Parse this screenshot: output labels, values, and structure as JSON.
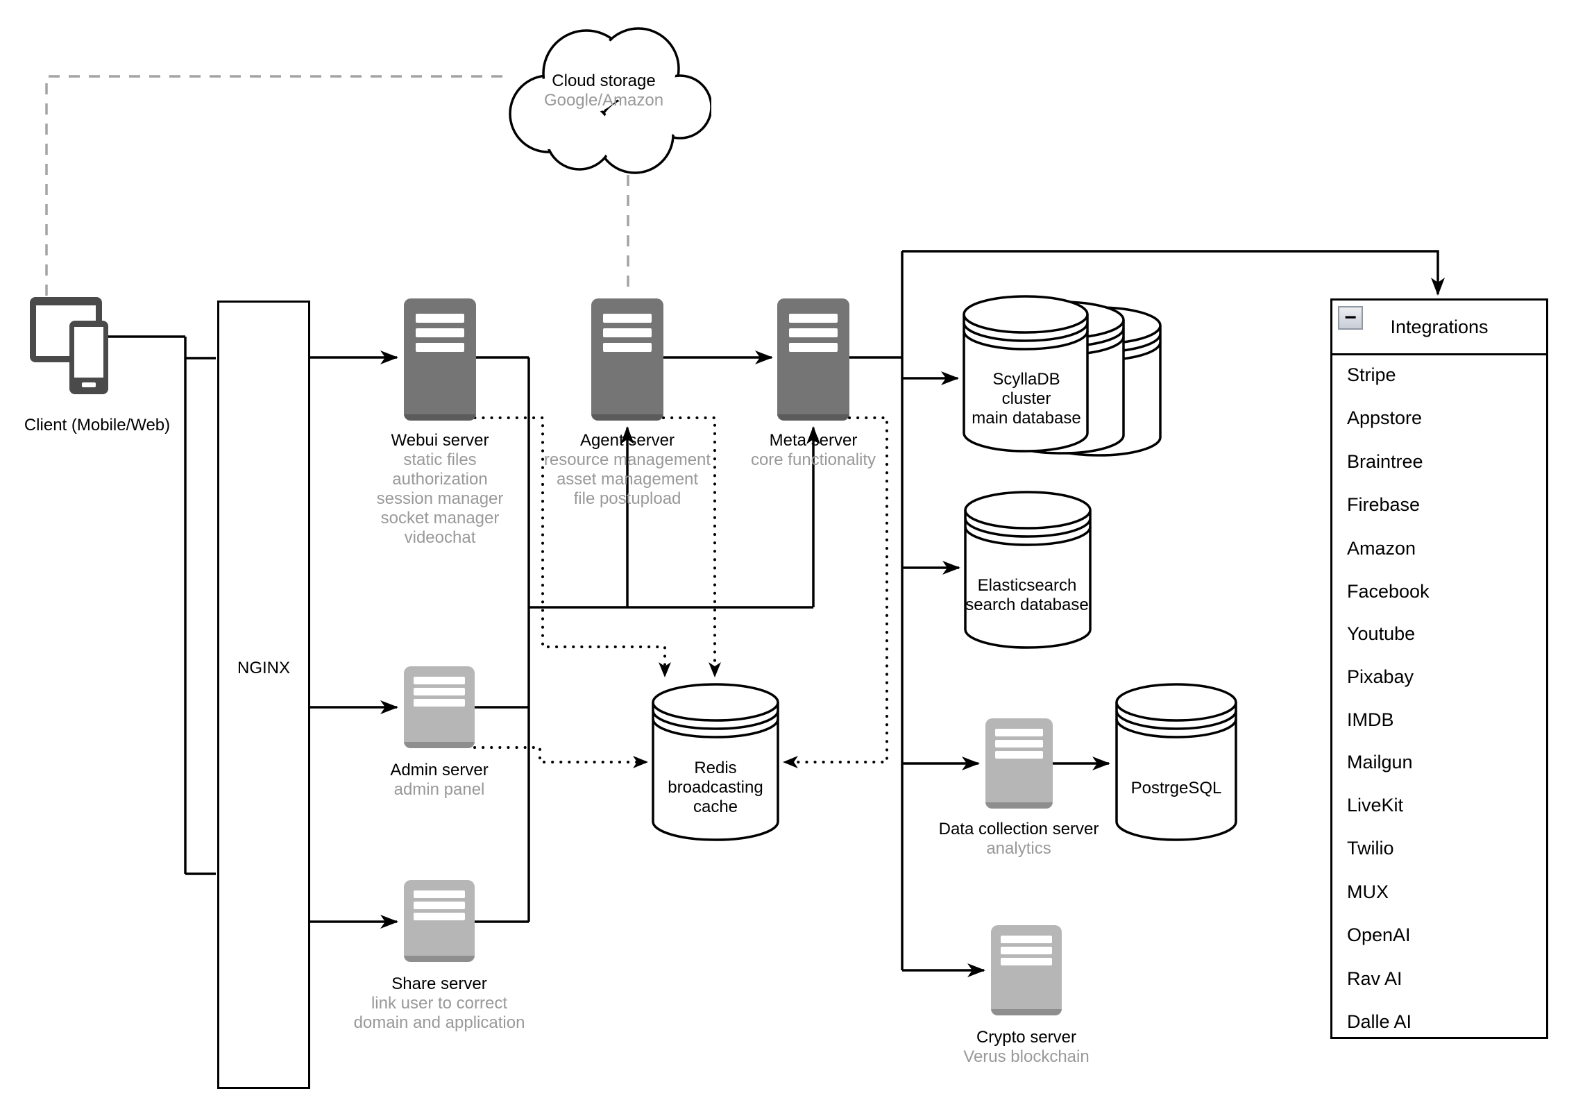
{
  "diagram": {
    "cloud": {
      "title": "Cloud storage",
      "subtitle": "Google/Amazon"
    },
    "client": {
      "label": "Client (Mobile/Web)"
    },
    "nginx": {
      "label": "NGINX"
    },
    "servers": {
      "webui": {
        "title": "Webui server",
        "lines": [
          "static files",
          "authorization",
          "session manager",
          "socket manager",
          "videochat"
        ]
      },
      "agent": {
        "title": "Agent server",
        "lines": [
          "resource management",
          "asset management",
          "file postupload"
        ]
      },
      "meta": {
        "title": "Meta server",
        "lines": [
          "core functionality"
        ]
      },
      "admin": {
        "title": "Admin server",
        "lines": [
          "admin panel"
        ]
      },
      "share": {
        "title": "Share server",
        "lines": [
          "link user to correct",
          "domain and application"
        ]
      },
      "data_collection": {
        "title": "Data collection server",
        "lines": [
          "analytics"
        ]
      },
      "crypto": {
        "title": "Crypto server",
        "lines": [
          "Verus blockchain"
        ]
      }
    },
    "databases": {
      "scylla": {
        "title_line1": "ScyllaDB",
        "title_line2": "cluster",
        "subtitle": "main database"
      },
      "elastic": {
        "title": "Elasticsearch",
        "subtitle": "search database"
      },
      "redis": {
        "title": "Redis",
        "subtitle_line1": "broadcasting",
        "subtitle_line2": "cache"
      },
      "postgres": {
        "title": "PostrgeSQL"
      }
    },
    "integrations": {
      "title": "Integrations",
      "collapse_icon": "−",
      "items": [
        "Stripe",
        "Appstore",
        "Braintree",
        "Firebase",
        "Amazon",
        "Facebook",
        "Youtube",
        "Pixabay",
        "IMDB",
        "Mailgun",
        "LiveKit",
        "Twilio",
        "MUX",
        "OpenAI",
        "Rav AI",
        "Dalle AI"
      ]
    },
    "colors": {
      "server_dark": "#757575",
      "server_light": "#b6b6b6",
      "text_gray": "#999999",
      "line_black": "#000000",
      "dash_gray": "#a3a3a3"
    }
  }
}
